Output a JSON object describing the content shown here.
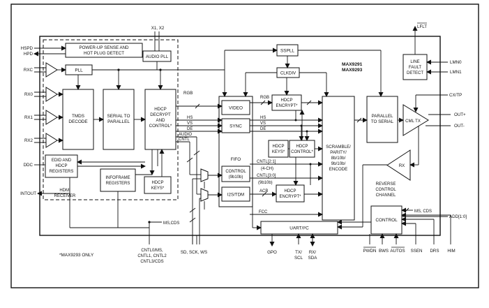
{
  "blocks": {
    "powerup": [
      "POWER-UP SENSE AND",
      "HOT PLUG DETECT"
    ],
    "audio_pll": "AUDIO PLL",
    "pll": "PLL",
    "tmds": [
      "TMDS",
      "DECODE"
    ],
    "serial_to_parallel": [
      "SERIAL TO",
      "PARALLEL"
    ],
    "hdcp_decrypt": [
      "HDCP",
      "DECRYPT",
      "AND",
      "CONTROL*"
    ],
    "edid": [
      "EDID AND",
      "HDCP",
      "REGISTERS"
    ],
    "infoframe": [
      "INFOFRAME",
      "REGISTERS"
    ],
    "hdcp_keys_left": [
      "HDCP",
      "KEYS*"
    ],
    "hdmi_receiver": [
      "HDMI",
      "RECEIVER"
    ],
    "sspll": "SSPLL",
    "clkdiv": "CLKDIV",
    "video": "VIDEO",
    "sync": "SYNC",
    "fifo": "FIFO",
    "control_fifo": [
      "CONTROL",
      "(9b10b)"
    ],
    "i2s_tdm": "I2S/TDM",
    "hdcp_encrypt_top": [
      "HDCP",
      "ENCRYPT*"
    ],
    "hdcp_keys_mid": [
      "HDCP",
      "KEYS*"
    ],
    "hdcp_control_mid": [
      "HDCP",
      "CONTROL*"
    ],
    "hdcp_encrypt_bottom": [
      "HDCP",
      "ENCRYPT*"
    ],
    "scramble": [
      "SCRAMBLE/",
      "PARITY/",
      "8b/10b/",
      "9b/10b/",
      "ENCODE"
    ],
    "parallel_to_serial": [
      "PARALLEL",
      "TO SERIAL"
    ],
    "cml_tx": "CML TX",
    "rx": "RX",
    "line_fault": [
      "LINE",
      "FAULT",
      "DETECT"
    ],
    "uart": "UART/I²C",
    "control_right": "CONTROL",
    "reverse_channel": [
      "REVERSE",
      "CONTROL",
      "CHANNEL"
    ]
  },
  "part_names": [
    "MAX9291",
    "MAX9293"
  ],
  "pins_left": [
    "HSPD",
    "HPD",
    "RXC",
    "RX0",
    "RX1",
    "RX2",
    "DDC",
    "INTOUT"
  ],
  "pins_top": {
    "x12": "X1, X2",
    "lflt": "LFLT"
  },
  "pins_right": [
    "LMN0",
    "LMN1",
    "CX/TP",
    "OUT+",
    "OUT-",
    "ADD[1:0]"
  ],
  "pins_bottom": {
    "gpo": "GPO",
    "tx_scl": [
      "TX/",
      "SCL"
    ],
    "rx_sda": [
      "RX/",
      "SDA"
    ],
    "pwdn": "PWDN",
    "bws": "BWS",
    "autos": "AUTOS",
    "ssen": "SSEN",
    "drs": "DRS",
    "him": "HIM",
    "sd_sck_ws": "SD, SCK, WS",
    "cntl_list": [
      "CNTL0/MS,",
      "CNTL1, CNTL2",
      "CNTL3/CDS"
    ]
  },
  "signals": {
    "rgb_left": "RGB",
    "rgb_right": "RGB",
    "hs_left": "HS",
    "vs_left": "VS",
    "de_left": "DE",
    "audio": "AUDIO",
    "cntl": "CNTL",
    "hs_right": "HS",
    "vs_right": "VS",
    "de_right": "DE",
    "cntl21": "CNTL[2:1]",
    "ch4": "(4-CH)",
    "cntl30": "CNTL[3:0]",
    "b9b10b": "(9b10b)",
    "acb": "ACB",
    "fcc": "FCC",
    "ms_cds_left": "MS,CDS",
    "ms_cds_right": "MS, CDS"
  },
  "footnote": "*MAX9293 ONLY"
}
